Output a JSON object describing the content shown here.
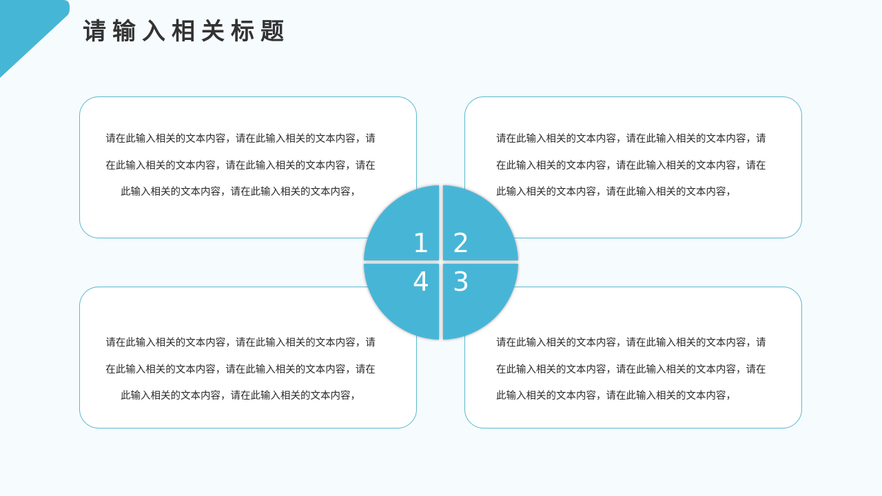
{
  "header": {
    "title": "请输入相关标题",
    "accent_color": "#46b6d6"
  },
  "diagram": {
    "segments": [
      {
        "label": "1"
      },
      {
        "label": "2"
      },
      {
        "label": "3"
      },
      {
        "label": "4"
      }
    ],
    "fill_color": "#46b6d6"
  },
  "cards": [
    {
      "lines": [
        "请在此输入相关的文本内容，请在此输入相关的文本内容，请",
        "在此输入相关的文本内容，请在此输入相关的文本内容，请在",
        "此输入相关的文本内容，请在此输入相关的文本内容，"
      ]
    },
    {
      "lines": [
        "请在此输入相关的文本内容，请在此输入相关的文本内容，请",
        "在此输入相关的文本内容，请在此输入相关的文本内容，请在",
        "此输入相关的文本内容，请在此输入相关的文本内容，"
      ]
    },
    {
      "lines": [
        "请在此输入相关的文本内容，请在此输入相关的文本内容，请",
        "在此输入相关的文本内容，请在此输入相关的文本内容，请在",
        "此输入相关的文本内容，请在此输入相关的文本内容，"
      ]
    },
    {
      "lines": [
        "请在此输入相关的文本内容，请在此输入相关的文本内容，请",
        "在此输入相关的文本内容，请在此输入相关的文本内容，请在",
        "此输入相关的文本内容，请在此输入相关的文本内容，"
      ]
    }
  ]
}
